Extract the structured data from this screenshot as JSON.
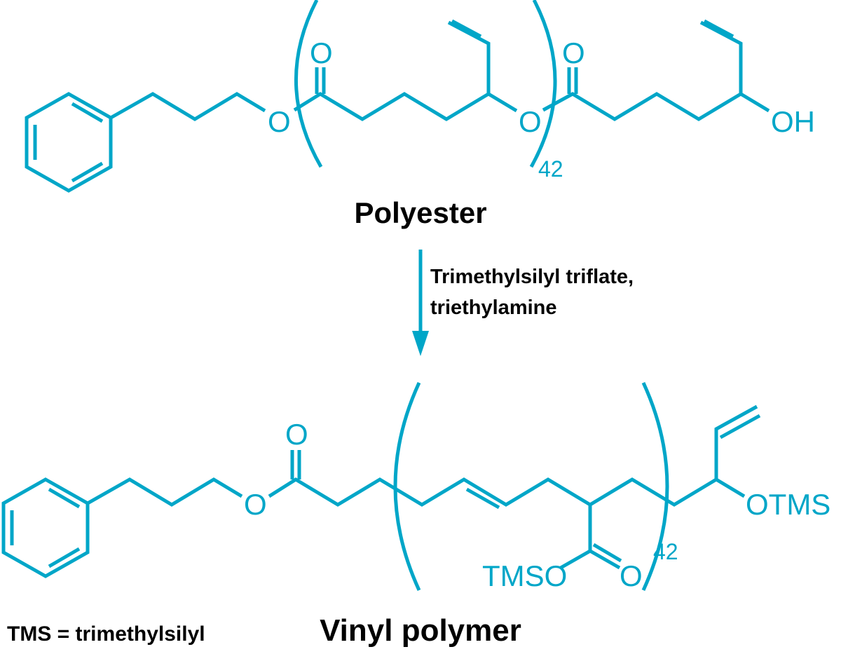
{
  "colors": {
    "structure": "#00A6C8",
    "text": "#000000"
  },
  "polyester": {
    "label": "Polyester",
    "atoms": {
      "o_ester1": "O",
      "o_carbonyl1": "O",
      "o_ester2": "O",
      "o_carbonyl2": "O",
      "oh": "OH"
    },
    "repeat_subscript": "42"
  },
  "reaction": {
    "reagent_line1": "Trimethylsilyl triflate,",
    "reagent_line2": "triethylamine"
  },
  "vinyl_polymer": {
    "label": "Vinyl polymer",
    "atoms": {
      "o_ester": "O",
      "o_carbonyl": "O",
      "tmso": "TMSO",
      "o_carbonyl2": "O",
      "otms": "OTMS"
    },
    "repeat_subscript": "42"
  },
  "footnote": "TMS = trimethylsilyl"
}
